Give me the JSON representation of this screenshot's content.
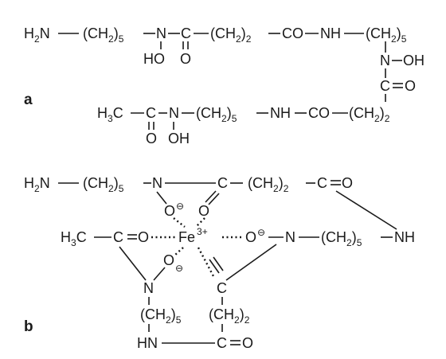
{
  "panel_a": {
    "label": "a",
    "row1": {
      "amine": "H",
      "amine_sub": "2",
      "amine_n": "N",
      "chain_1": "(CH",
      "chain_1_sub": "2",
      "chain_1_close": ")",
      "chain_1_n": "5",
      "n_1": "N",
      "c_1": "C",
      "chain_2": "(CH",
      "chain_2_sub": "2",
      "chain_2_close": ")",
      "chain_2_n": "2",
      "co_1": "CO",
      "nh_1": "NH",
      "chain_3": "(CH",
      "chain_3_sub": "2",
      "chain_3_close": ")",
      "chain_3_n": "5"
    },
    "row1_below": {
      "ho_1": "HO",
      "o_1": "O"
    },
    "right_side": {
      "n_2": "N",
      "oh_2": "OH",
      "c_2": "C",
      "o_2": "O"
    },
    "row3": {
      "methyl": "H",
      "methyl_sub": "3",
      "methyl_c": "C",
      "c_3": "C",
      "n_3": "N",
      "chain_4": "(CH",
      "chain_4_sub": "2",
      "chain_4_close": ")",
      "chain_4_n": "5",
      "nh_2": "NH",
      "co_2": "CO",
      "chain_5": "(CH",
      "chain_5_sub": "2",
      "chain_5_close": ")",
      "chain_5_n": "2"
    },
    "row3_below": {
      "o_3": "O",
      "oh_3": "OH"
    }
  },
  "panel_b": {
    "label": "b",
    "row1": {
      "amine": "H",
      "amine_sub": "2",
      "amine_n": "N",
      "chain_1": "(CH",
      "chain_1_sub": "2",
      "chain_1_close": ")",
      "chain_1_n": "5",
      "n_1": "N",
      "c_1": "C",
      "chain_2": "(CH",
      "chain_2_sub": "2",
      "chain_2_close": ")",
      "chain_2_n": "2",
      "c_2": "C",
      "o_2": "O"
    },
    "ligand_oxygens": {
      "o_minus_1": "O",
      "o_minus_1_charge": "⊖",
      "o_carbonyl_1": "O",
      "o_minus_2": "O",
      "o_minus_2_charge": "⊖",
      "o_minus_3": "O",
      "o_minus_3_charge": "⊖"
    },
    "center": {
      "methyl": "H",
      "methyl_sub": "3",
      "methyl_c": "C",
      "c_3": "C",
      "o_3": "O",
      "metal": "Fe",
      "metal_charge": "3+",
      "n_4": "N",
      "chain_4": "(CH",
      "chain_4_sub": "2",
      "chain_4_close": ")",
      "chain_4_n": "5",
      "nh_4": "NH"
    },
    "lower": {
      "n_5": "N",
      "c_6": "C",
      "chain_5": "(CH",
      "chain_5_sub": "2",
      "chain_5_close": ")",
      "chain_5_n": "5",
      "chain_6": "(CH",
      "chain_6_sub": "2",
      "chain_6_close": ")",
      "chain_6_n": "2",
      "hn": "HN",
      "c_7": "C",
      "o_7": "O"
    }
  }
}
